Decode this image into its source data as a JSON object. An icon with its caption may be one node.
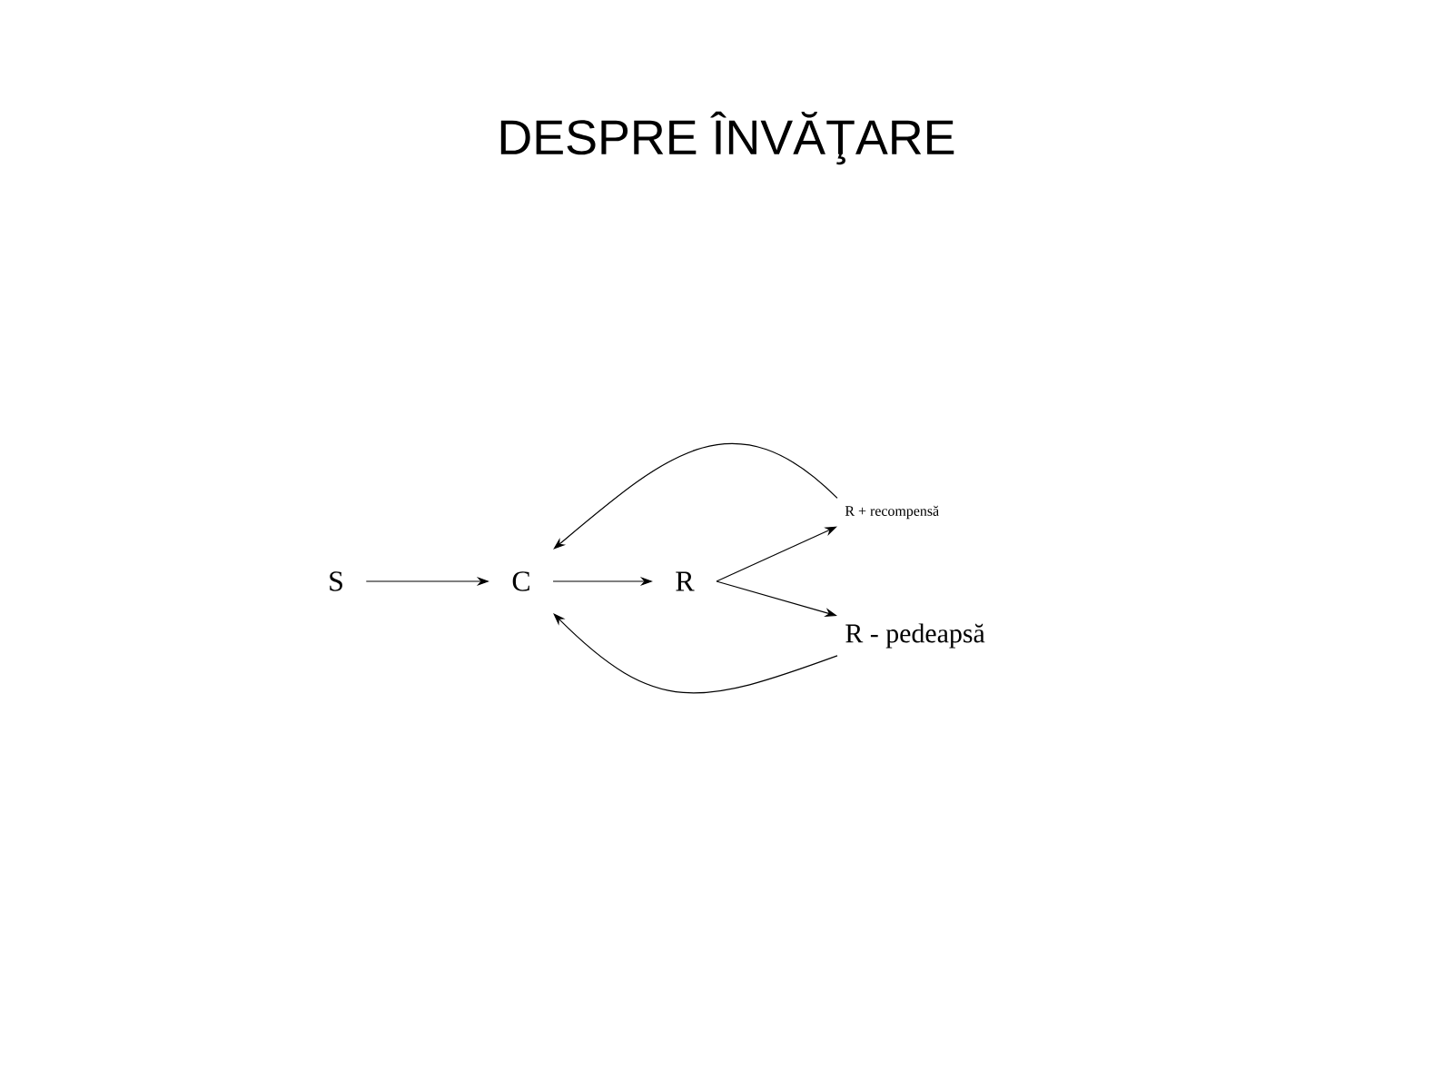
{
  "diagram": {
    "title": "DESPRE ÎNVĂŢARE",
    "nodes": [
      {
        "text": [
          "S"
        ]
      },
      {
        "text": [
          "C"
        ]
      },
      {
        "text": [
          "R"
        ]
      },
      {
        "text": [
          "R + recompensă"
        ]
      },
      {
        "text": [
          "R - pedeapsă"
        ]
      }
    ],
    "edges": [
      {
        "from": 0,
        "to": 1,
        "arrow": "to"
      },
      {
        "from": 1,
        "to": 2,
        "arrow": "to"
      },
      {
        "from": 2,
        "to": 3,
        "arrow": "to"
      },
      {
        "from": 2,
        "to": 4,
        "arrow": "to"
      },
      {
        "from": 3,
        "to": 1,
        "arrow": "to"
      },
      {
        "from": 4,
        "to": 1,
        "arrow": "to"
      }
    ]
  }
}
